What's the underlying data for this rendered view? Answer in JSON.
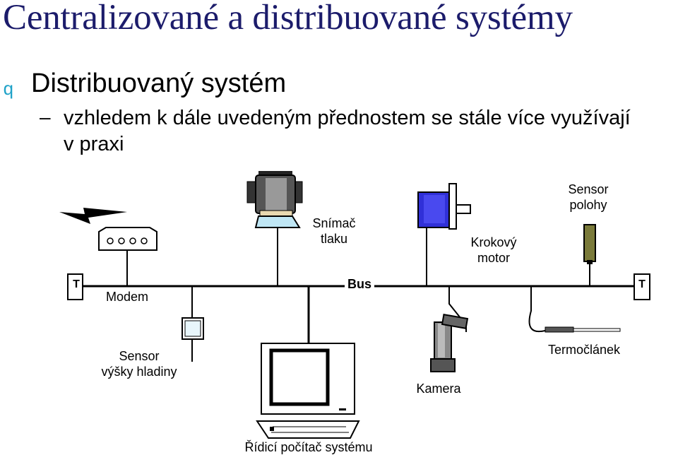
{
  "title": "Centralizované a distribuované systémy",
  "bullet": {
    "marker": "q",
    "text": "Distribuovaný systém"
  },
  "subbullet": {
    "marker": "–",
    "line1": "vzhledem k dále uvedeným přednostem se stále více využívají",
    "line2": "v praxi"
  },
  "diagram": {
    "bus_label": "Bus",
    "terminator_label": "T",
    "modem": "Modem",
    "pressure_sensor": {
      "line1": "Snímač",
      "line2": "tlaku"
    },
    "stepper_motor": {
      "line1": "Krokový",
      "line2": "motor"
    },
    "position_sensor": {
      "line1": "Sensor",
      "line2": "polohy"
    },
    "level_sensor": {
      "line1": "Sensor",
      "line2": "výšky hladiny"
    },
    "camera": "Kamera",
    "thermocouple": "Termočlánek",
    "control_computer": "Řídicí počítač systému"
  },
  "colors": {
    "title": "#1c1c6b",
    "bullet_marker": "#1fa2c8",
    "motor_body": "#3030d8",
    "pressure_fitting": "#bfe6f4",
    "position_sensor_body": "#7a7a3a"
  }
}
